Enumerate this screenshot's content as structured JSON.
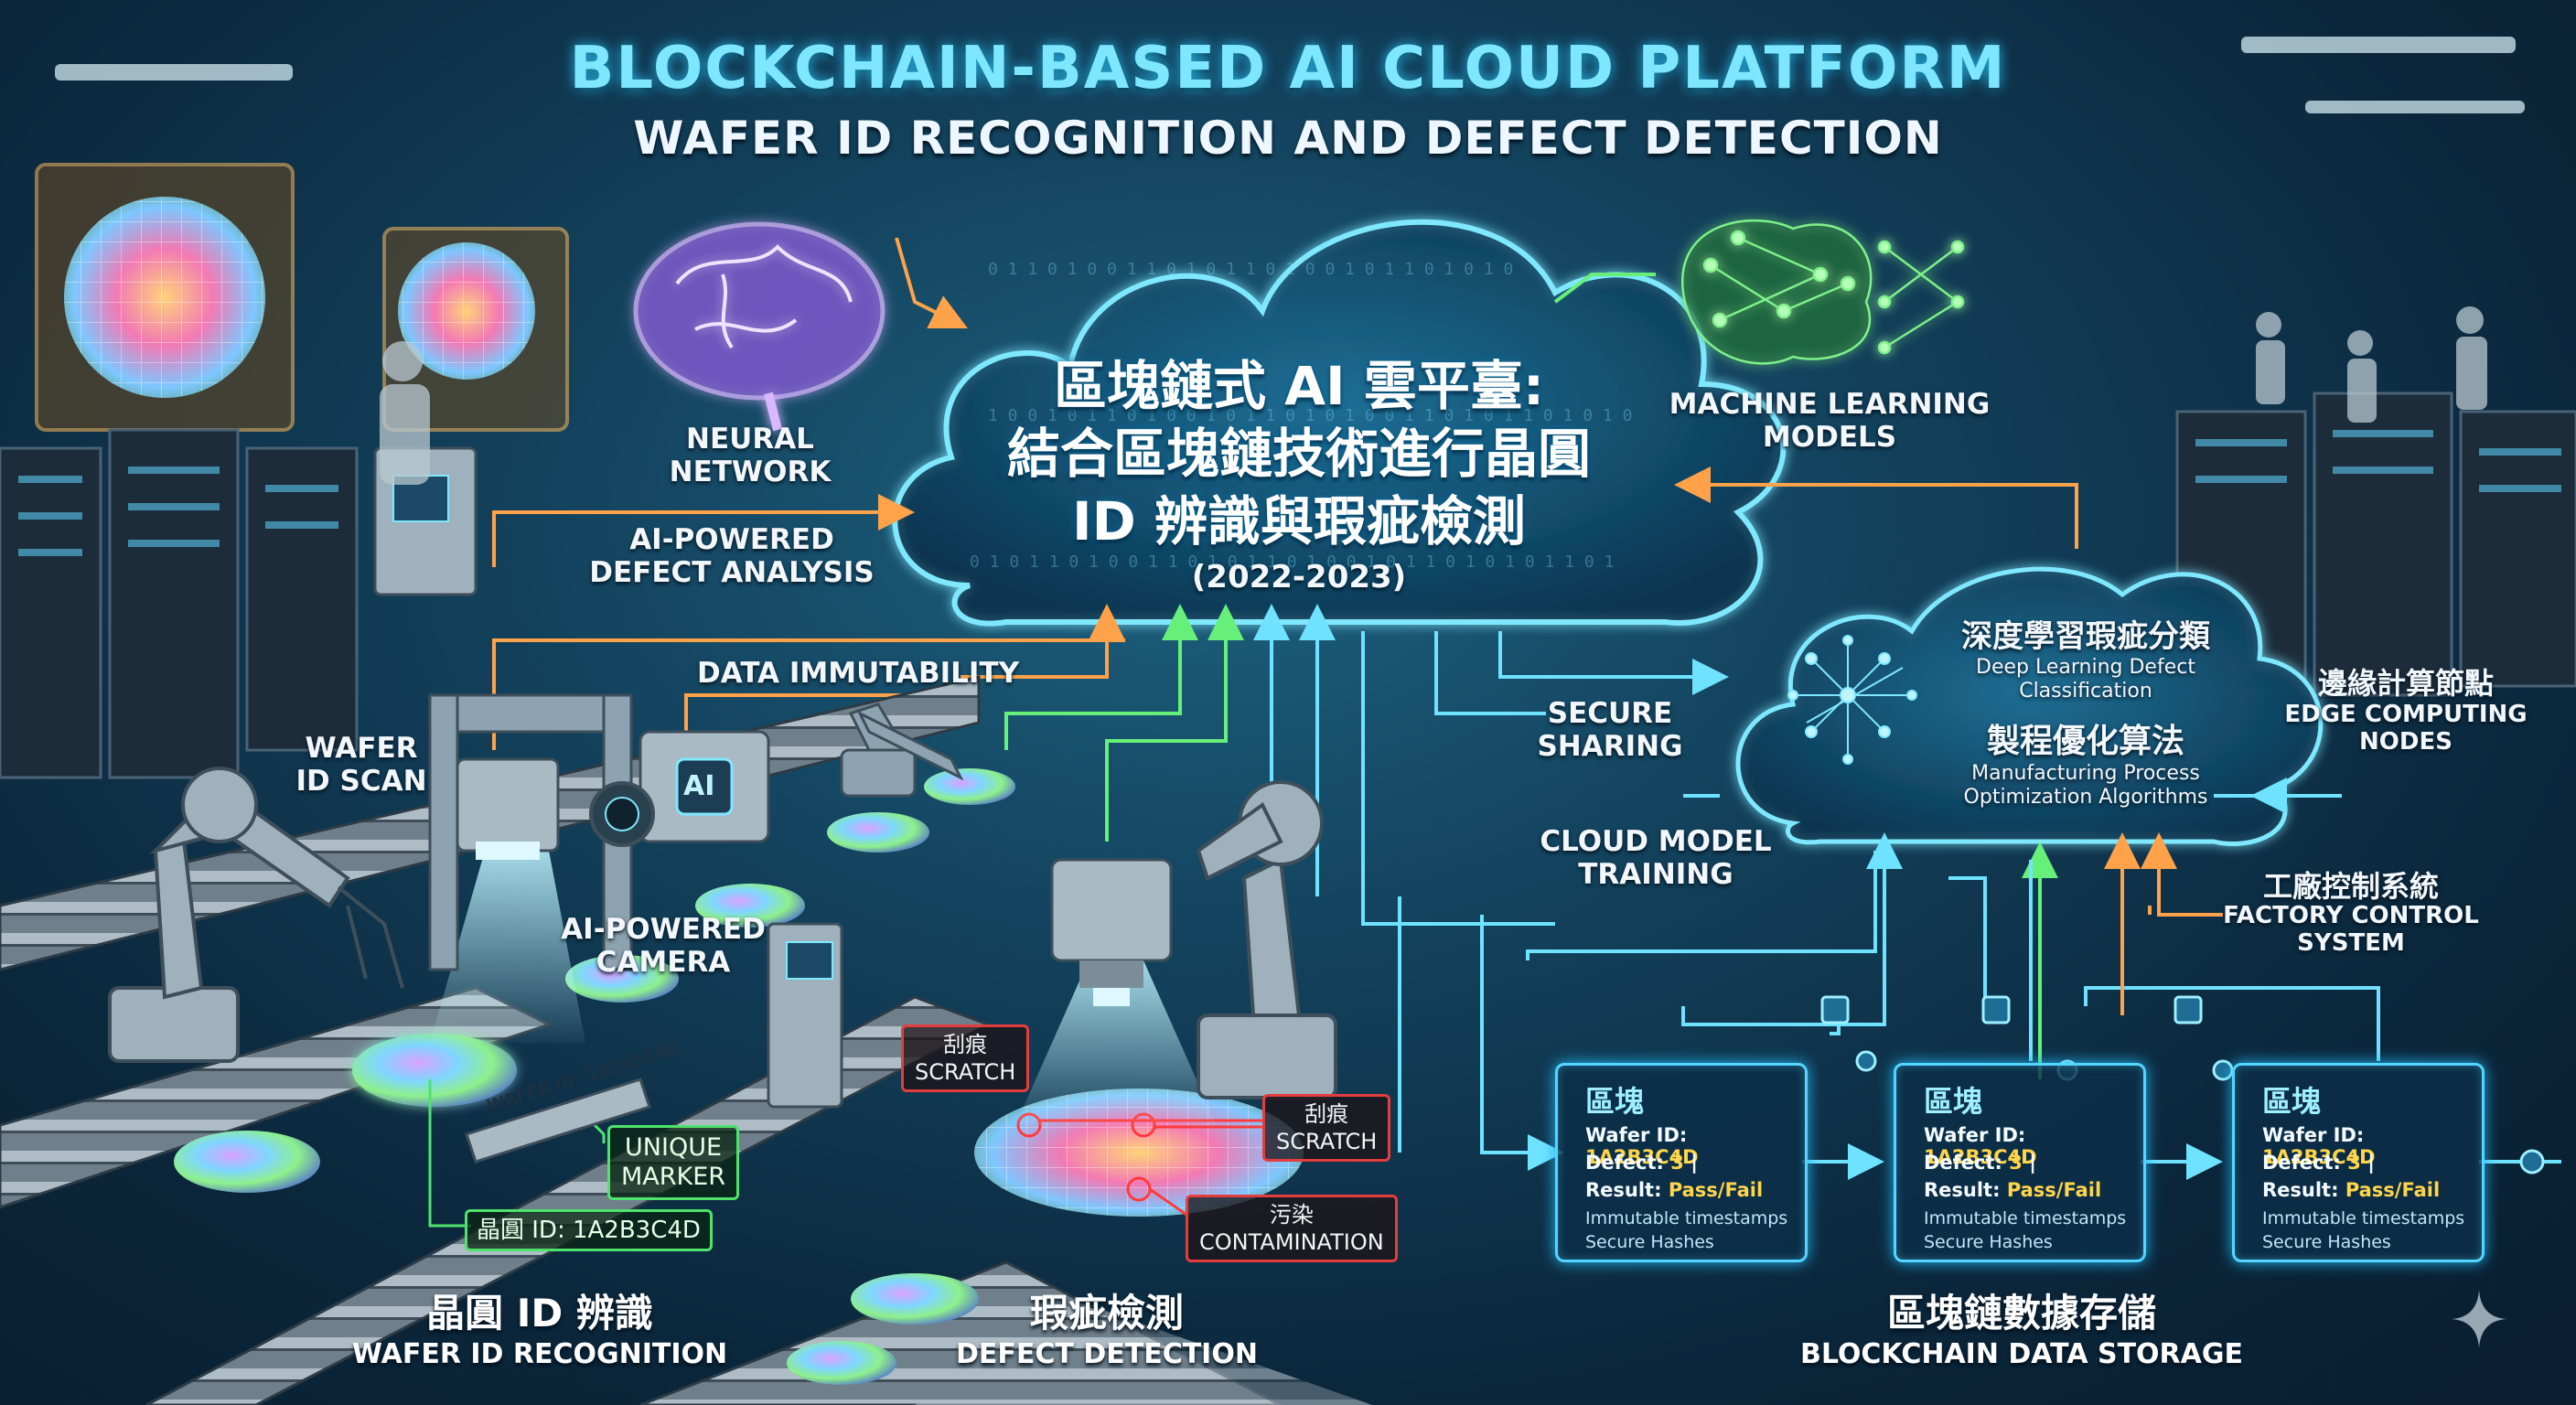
{
  "header": {
    "title": "BLOCKCHAIN-BASED AI CLOUD PLATFORM",
    "subtitle": "WAFER ID RECOGNITION AND DEFECT DETECTION"
  },
  "cloud": {
    "line1": "區塊鏈式 AI 雲平臺:",
    "line2": "結合區塊鏈技術進行晶圓",
    "line3": "ID 辨識與瑕疵檢測",
    "years": "(2022-2023)"
  },
  "labels": {
    "neural_network": "NEURAL\nNETWORK",
    "machine_learning": "MACHINE LEARNING\nMODELS",
    "ai_defect_analysis": "AI-POWERED\nDEFECT ANALYSIS",
    "data_immutability": "DATA IMMUTABILITY",
    "wafer_id_scan": "WAFER\nID SCAN",
    "ai_camera": "AI-POWERED\nCAMERA",
    "camera_badge": "AI",
    "secure_sharing": "SECURE\nSHARING",
    "cloud_model_training": "CLOUD MODEL\nTRAINING",
    "edge_zh": "邊緣計算節點",
    "edge_en": "EDGE COMPUTING\nNODES",
    "factory_zh": "工廠控制系統",
    "factory_en": "FACTORY CONTROL\nSYSTEM"
  },
  "secondary_cloud": {
    "dl_zh": "深度學習瑕疵分類",
    "dl_en": "Deep Learning Defect\nClassification",
    "mfg_zh": "製程優化算法",
    "mfg_en": "Manufacturing Process\nOptimization Algorithms"
  },
  "wafer_id": {
    "marker_label": "UNIQUE\nMARKER",
    "id_text": "晶圓 ID: 1A2B3C4D",
    "chip_text": "WAFER ID: 1A2B3C4D"
  },
  "defect_tags": [
    {
      "zh": "刮痕",
      "en": "SCRATCH"
    },
    {
      "zh": "刮痕",
      "en": "SCRATCH"
    },
    {
      "zh": "污染",
      "en": "CONTAMINATION"
    }
  ],
  "blocks": [
    {
      "title": "區塊",
      "wafer_label": "Wafer ID:",
      "wafer_value": "1A2B3C4D",
      "defect_label": "Defect:",
      "defect_value": "3",
      "defect_suffix": "|",
      "result_label": "Result:",
      "result_value": "Pass/Fail",
      "note1": "Immutable timestamps",
      "note2": "Secure Hashes"
    },
    {
      "title": "區塊",
      "wafer_label": "Wafer ID:",
      "wafer_value": "1A2B3C4D",
      "defect_label": "Defect:",
      "defect_value": "3",
      "defect_suffix": "|",
      "result_label": "Result:",
      "result_value": "Pass/Fail",
      "note1": "Immutable timestamps",
      "note2": "Secure Hashes"
    },
    {
      "title": "區塊",
      "wafer_label": "Wafer ID:",
      "wafer_value": "1A2B3C4D",
      "defect_label": "Defect:",
      "defect_value": "3",
      "defect_suffix": "|",
      "result_label": "Result:",
      "result_value": "Pass/Fail",
      "note1": "Immutable timestamps",
      "note2": "Secure Hashes"
    }
  ],
  "sections": {
    "wafer_zh": "晶圓 ID 辨識",
    "wafer_en": "WAFER ID RECOGNITION",
    "defect_zh": "瑕疵檢測",
    "defect_en": "DEFECT DETECTION",
    "chain_zh": "區塊鏈數據存儲",
    "chain_en": "BLOCKCHAIN DATA STORAGE"
  },
  "colors": {
    "cyan": "#53d6ff",
    "orange": "#ff9a3c",
    "green": "#4fe36c",
    "red": "#e43d3d",
    "yellow_value": "#ffd54a"
  }
}
